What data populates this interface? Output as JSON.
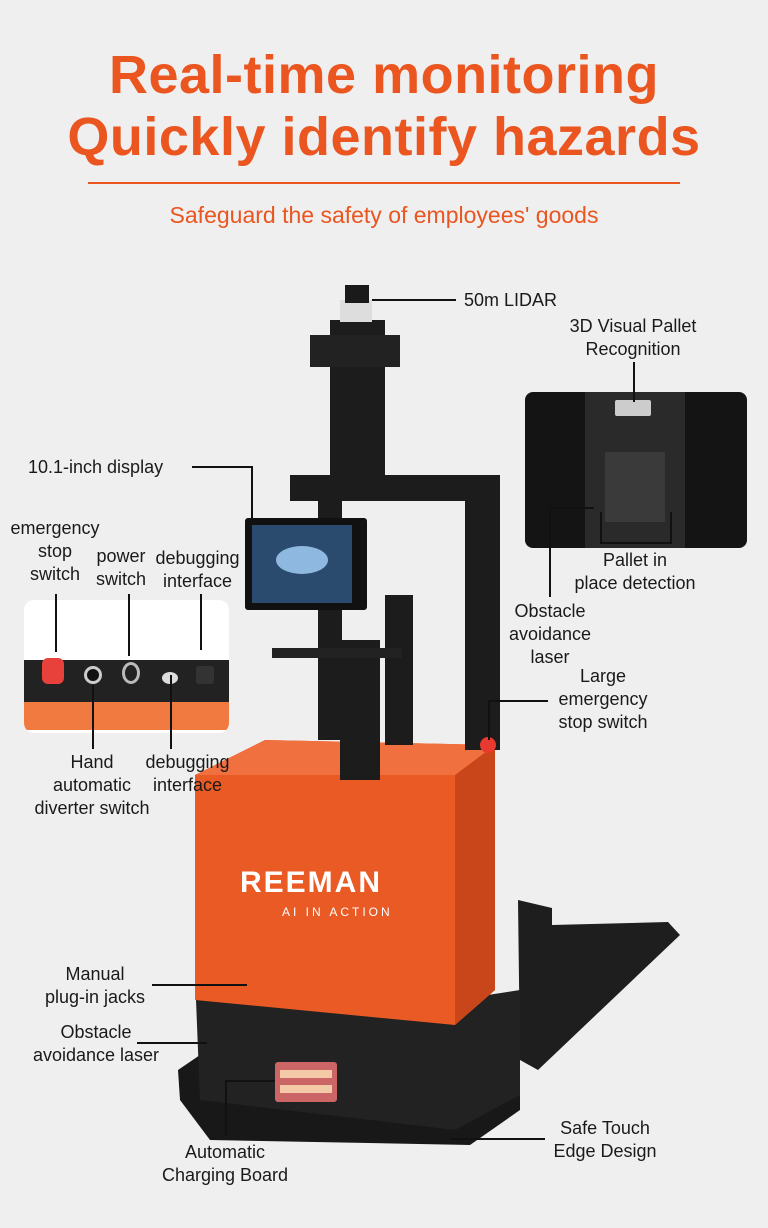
{
  "header": {
    "title_line1": "Real-time monitoring",
    "title_line2": "Quickly identify hazards",
    "subtitle": "Safeguard the safety of employees' goods"
  },
  "callouts": {
    "lidar": "50m LIDAR",
    "visual_pallet": [
      "3D Visual Pallet",
      "Recognition"
    ],
    "display": "10.1-inch display",
    "pallet_detection": [
      "Pallet in",
      "place detection"
    ],
    "obstacle_laser_top": [
      "Obstacle",
      "avoidance",
      "laser"
    ],
    "large_estop": [
      "Large",
      "emergency",
      "stop switch"
    ],
    "manual_jacks": [
      "Manual",
      "plug-in jacks"
    ],
    "obstacle_laser_bottom": [
      "Obstacle",
      "avoidance laser"
    ],
    "charging_board": [
      "Automatic",
      "Charging Board"
    ],
    "safe_touch": [
      "Safe Touch",
      "Edge Design"
    ]
  },
  "panel_inset": {
    "estop": [
      "emergency",
      "stop",
      "switch"
    ],
    "power": [
      "power",
      "switch"
    ],
    "debug_top": [
      "debugging",
      "interface"
    ],
    "hand_auto": [
      "Hand",
      "automatic",
      "diverter switch"
    ],
    "debug_bottom": [
      "debugging",
      "interface"
    ]
  },
  "logo": {
    "brand": "REEMAN",
    "tagline": "AI IN ACTION"
  },
  "colors": {
    "accent": "#ea5520",
    "background": "#efefef",
    "body": "#1c1c1c"
  }
}
